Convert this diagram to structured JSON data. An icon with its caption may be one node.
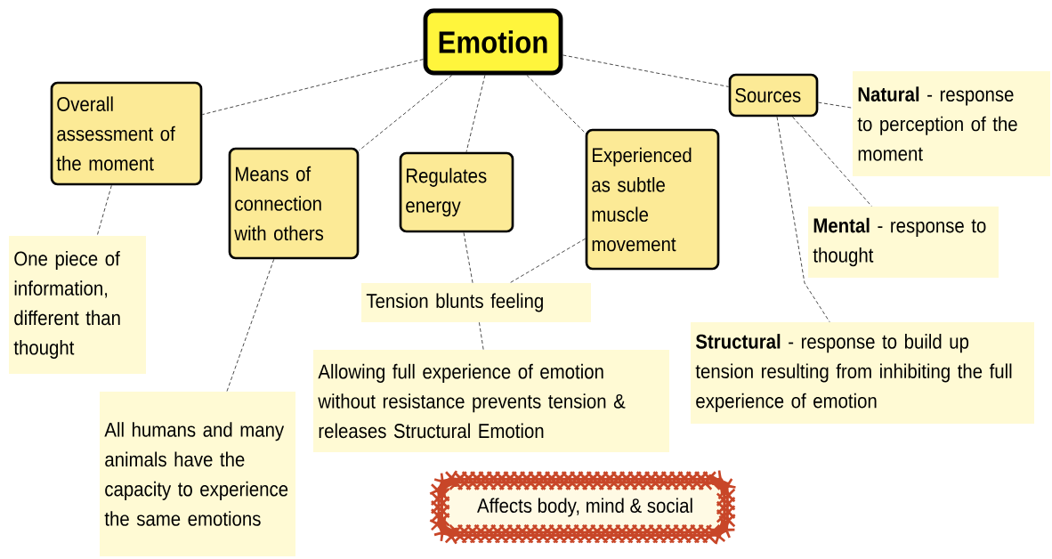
{
  "diagram": {
    "nodes": [
      {
        "text": [
          "Emotion"
        ]
      },
      {
        "text": [
          "Overall assessment of the moment"
        ]
      },
      {
        "text": [
          "One piece of information, different than thought"
        ]
      },
      {
        "text": [
          "Means of connection with others"
        ]
      },
      {
        "text": [
          "All humans and many animals have the capacity to experience the same emotions"
        ]
      },
      {
        "text": [
          "Regulates energy"
        ]
      },
      {
        "text": [
          "Experienced as subtle muscle movement"
        ]
      },
      {
        "text": [
          "Tension blunts feeling"
        ]
      },
      {
        "text": [
          "Allowing full experience of emotion without resistance prevents tension & releases Structural Emotion"
        ]
      },
      {
        "text": [
          "Sources"
        ]
      },
      {
        "text": [
          "**Natural** - response to perception of the moment"
        ]
      },
      {
        "text": [
          "**Mental** - response to thought"
        ]
      },
      {
        "text": [
          "**Structural** - response to build up tension resulting from inhibiting the full experience of emotion"
        ]
      },
      {
        "text": [
          "Affects body, mind & social"
        ]
      }
    ],
    "edges": [
      {
        "from": 0,
        "to": 1,
        "arrow": "none",
        "style": "dashed"
      },
      {
        "from": 0,
        "to": 3,
        "arrow": "none",
        "style": "dashed"
      },
      {
        "from": 0,
        "to": 5,
        "arrow": "none",
        "style": "dashed"
      },
      {
        "from": 0,
        "to": 6,
        "arrow": "none",
        "style": "dashed"
      },
      {
        "from": 0,
        "to": 9,
        "arrow": "none",
        "style": "dashed"
      },
      {
        "from": 1,
        "to": 2,
        "arrow": "none",
        "style": "dashed"
      },
      {
        "from": 3,
        "to": 4,
        "arrow": "none",
        "style": "dashed"
      },
      {
        "from": 5,
        "to": 7,
        "arrow": "none",
        "style": "dashed"
      },
      {
        "from": 6,
        "to": 7,
        "arrow": "none",
        "style": "dashed"
      },
      {
        "from": 7,
        "to": 8,
        "arrow": "none",
        "style": "dashed"
      },
      {
        "from": 9,
        "to": 10,
        "arrow": "none",
        "style": "dashed"
      },
      {
        "from": 9,
        "to": 11,
        "arrow": "none",
        "style": "dashed"
      },
      {
        "from": 9,
        "to": 12,
        "arrow": "none",
        "style": "dashed"
      }
    ]
  }
}
